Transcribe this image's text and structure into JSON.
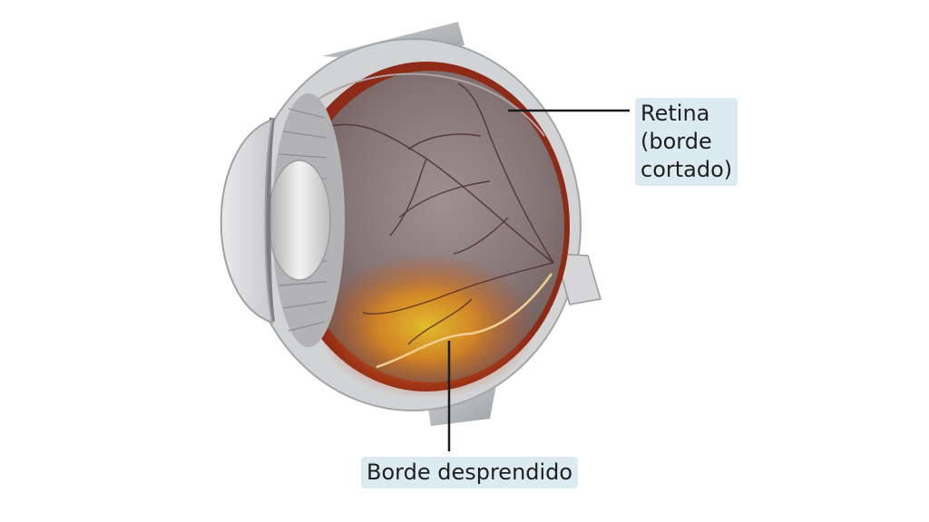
{
  "labels": {
    "retina_line1": "Retina",
    "retina_line2": "(borde",
    "retina_line3": "cortado)",
    "detached_edge": "Borde desprendido"
  },
  "colors": {
    "background": "#ffffff",
    "sclera": "#d2d3d5",
    "choroid": "#8e2a18",
    "vitreous": "#877877",
    "detachment": "#e06a10",
    "label_background": "#d6e8f0"
  }
}
